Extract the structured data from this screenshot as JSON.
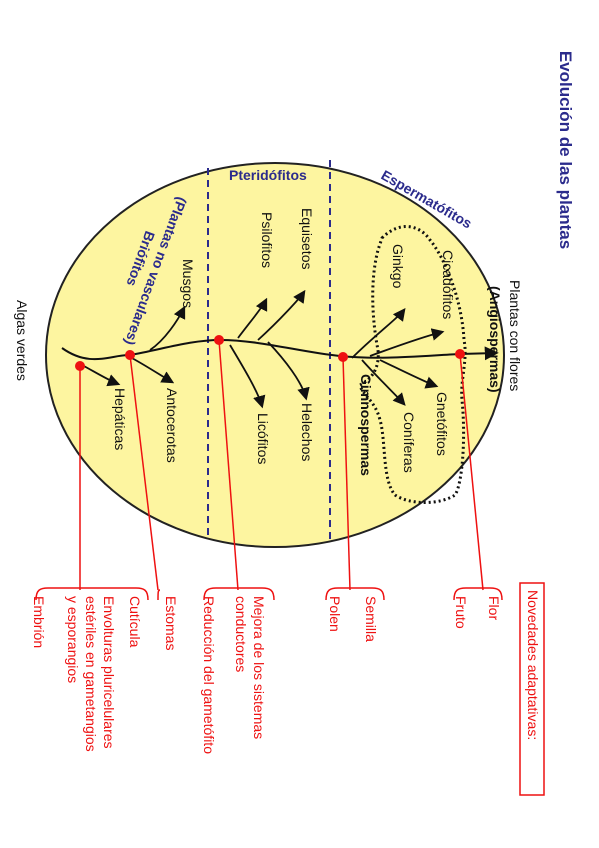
{
  "title": "Evolución de las plantas",
  "colors": {
    "ellipse_fill": "#fdf5a0",
    "ellipse_stroke": "#222222",
    "group_label": "#2b2b8c",
    "novelty": "#ee1111",
    "node": "#ee1111"
  },
  "groups": {
    "briofitos": "Briófitos",
    "briofitos_sub": "(Plantas no vasculares)",
    "pteridofitos": "Pteridófitos",
    "espermatofitos": "Espermatófitos",
    "gimnospermas": "Gimnospermas"
  },
  "root": "Algas verdes",
  "taxa": {
    "hepaticas": "Hepáticas",
    "antocerotas": "Antocerotas",
    "musgos": "Musgos",
    "licofitos": "Licófitos",
    "psilofitos": "Psilofitos",
    "equisetos": "Equisetos",
    "helechos": "Helechos",
    "ginkgo": "Ginkgo",
    "cicadofitos": "Cicadófitos",
    "coniferas": "Coníferas",
    "gnetofitos": "Gnetófitos",
    "plantas_flores": "Plantas con flores",
    "angiospermas": "(Angiospermas)"
  },
  "novelties_title": "Novedades adaptativas:",
  "novelties": {
    "n1": [
      "Embrión",
      "Envolturas pluricelulares",
      "estériles en gametangios",
      "y esporangios",
      "Cutícula"
    ],
    "n2": [
      "Estomas"
    ],
    "n3": [
      "Reducción del gametófito",
      "Mejora de los sistemas",
      "conductores"
    ],
    "n4": [
      "Polen",
      "Semilla"
    ],
    "n5": [
      "Fruto",
      "Flor"
    ]
  }
}
